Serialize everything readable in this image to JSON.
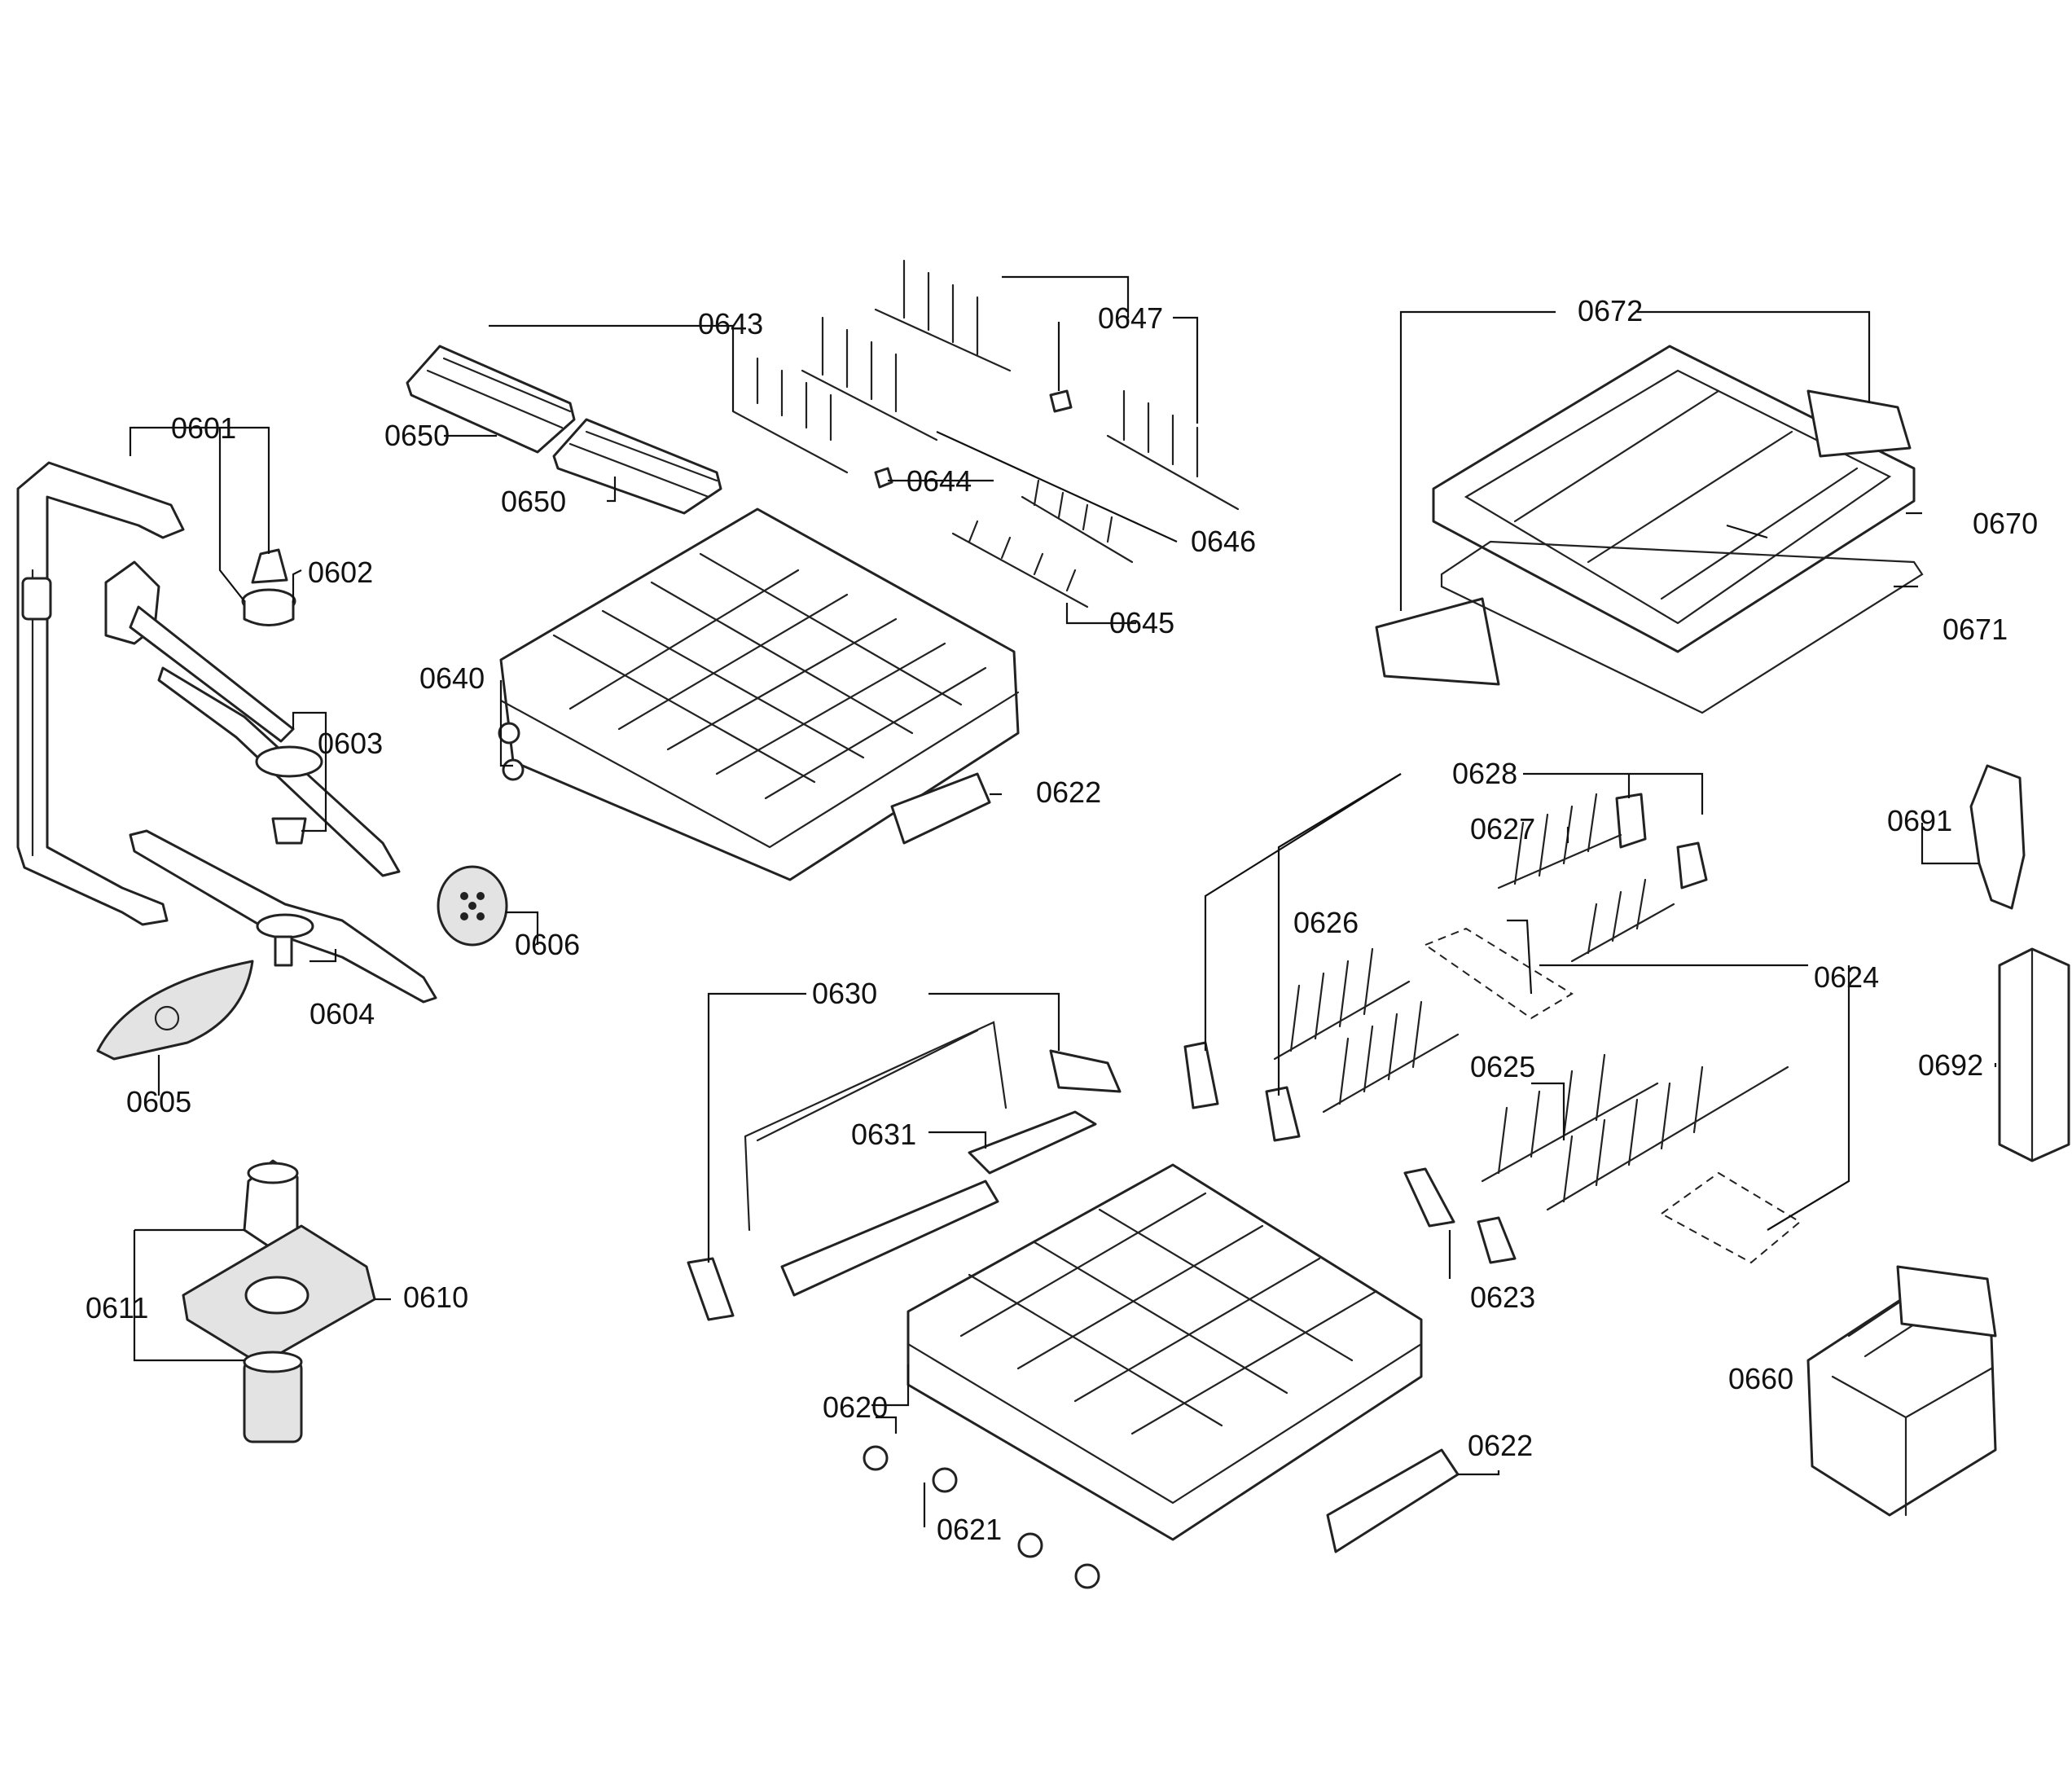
{
  "labels": {
    "p0601": "0601",
    "p0602": "0602",
    "p0603": "0603",
    "p0604": "0604",
    "p0605": "0605",
    "p0606": "0606",
    "p0610": "0610",
    "p0611": "0611",
    "p0620": "0620",
    "p0621": "0621",
    "p0622a": "0622",
    "p0622b": "0622",
    "p0623": "0623",
    "p0624": "0624",
    "p0625": "0625",
    "p0626": "0626",
    "p0627": "0627",
    "p0628": "0628",
    "p0630": "0630",
    "p0631": "0631",
    "p0640": "0640",
    "p0643": "0643",
    "p0644": "0644",
    "p0645": "0645",
    "p0646": "0646",
    "p0647": "0647",
    "p0650a": "0650",
    "p0650b": "0650",
    "p0660": "0660",
    "p0670": "0670",
    "p0671": "0671",
    "p0672": "0672",
    "p0691": "0691",
    "p0692": "0692"
  }
}
